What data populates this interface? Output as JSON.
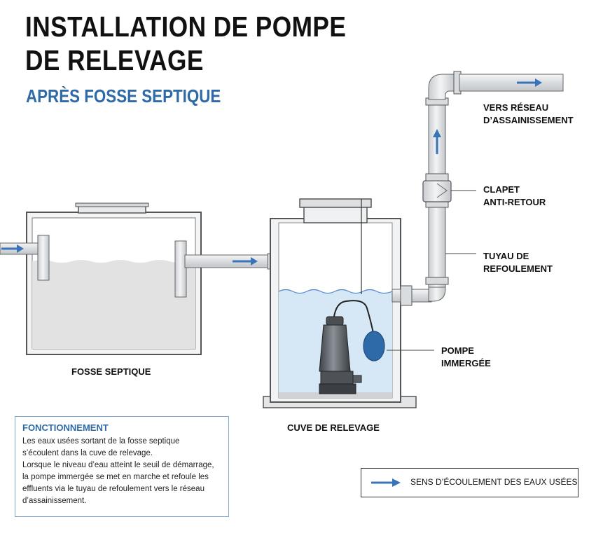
{
  "title": {
    "line1": "INSTALLATION DE POMPE",
    "line2": "DE RELEVAGE"
  },
  "subtitle": "APRÈS FOSSE SEPTIQUE",
  "labels": {
    "septic_tank": "FOSSE SEPTIQUE",
    "lift_tank": "CUVE DE RELEVAGE",
    "network": {
      "line1": "VERS RÉSEAU",
      "line2": "D’ASSAINISSEMENT"
    },
    "check_valve": {
      "line1": "CLAPET",
      "line2": "ANTI-RETOUR"
    },
    "discharge_pipe": {
      "line1": "TUYAU DE",
      "line2": "REFOULEMENT"
    },
    "pump": {
      "line1": "POMPE",
      "line2": "IMMERGÉE"
    }
  },
  "info": {
    "title": "FONCTIONNEMENT",
    "lines": [
      "Les eaux usées sortant de la fosse septique",
      "s’écoulent dans la cuve de relevage.",
      "Lorsque le niveau d’eau atteint le seuil de démarrage,",
      "la pompe immergée se met en marche et refoule les",
      "effluents via le tuyau de refoulement vers le réseau",
      "d’assainissement."
    ]
  },
  "legend": {
    "text": "SENS D’ÉCOULEMENT DES EAUX USÉES"
  },
  "colors": {
    "flow_arrow": "#3a74b8",
    "water": "#d6e7f5",
    "septic_liquid": "#e2e2e2",
    "pipe": "#e6e8ea",
    "outline": "#555555",
    "subtitle": "#2f6aa8",
    "float": "#2f6aa8"
  }
}
